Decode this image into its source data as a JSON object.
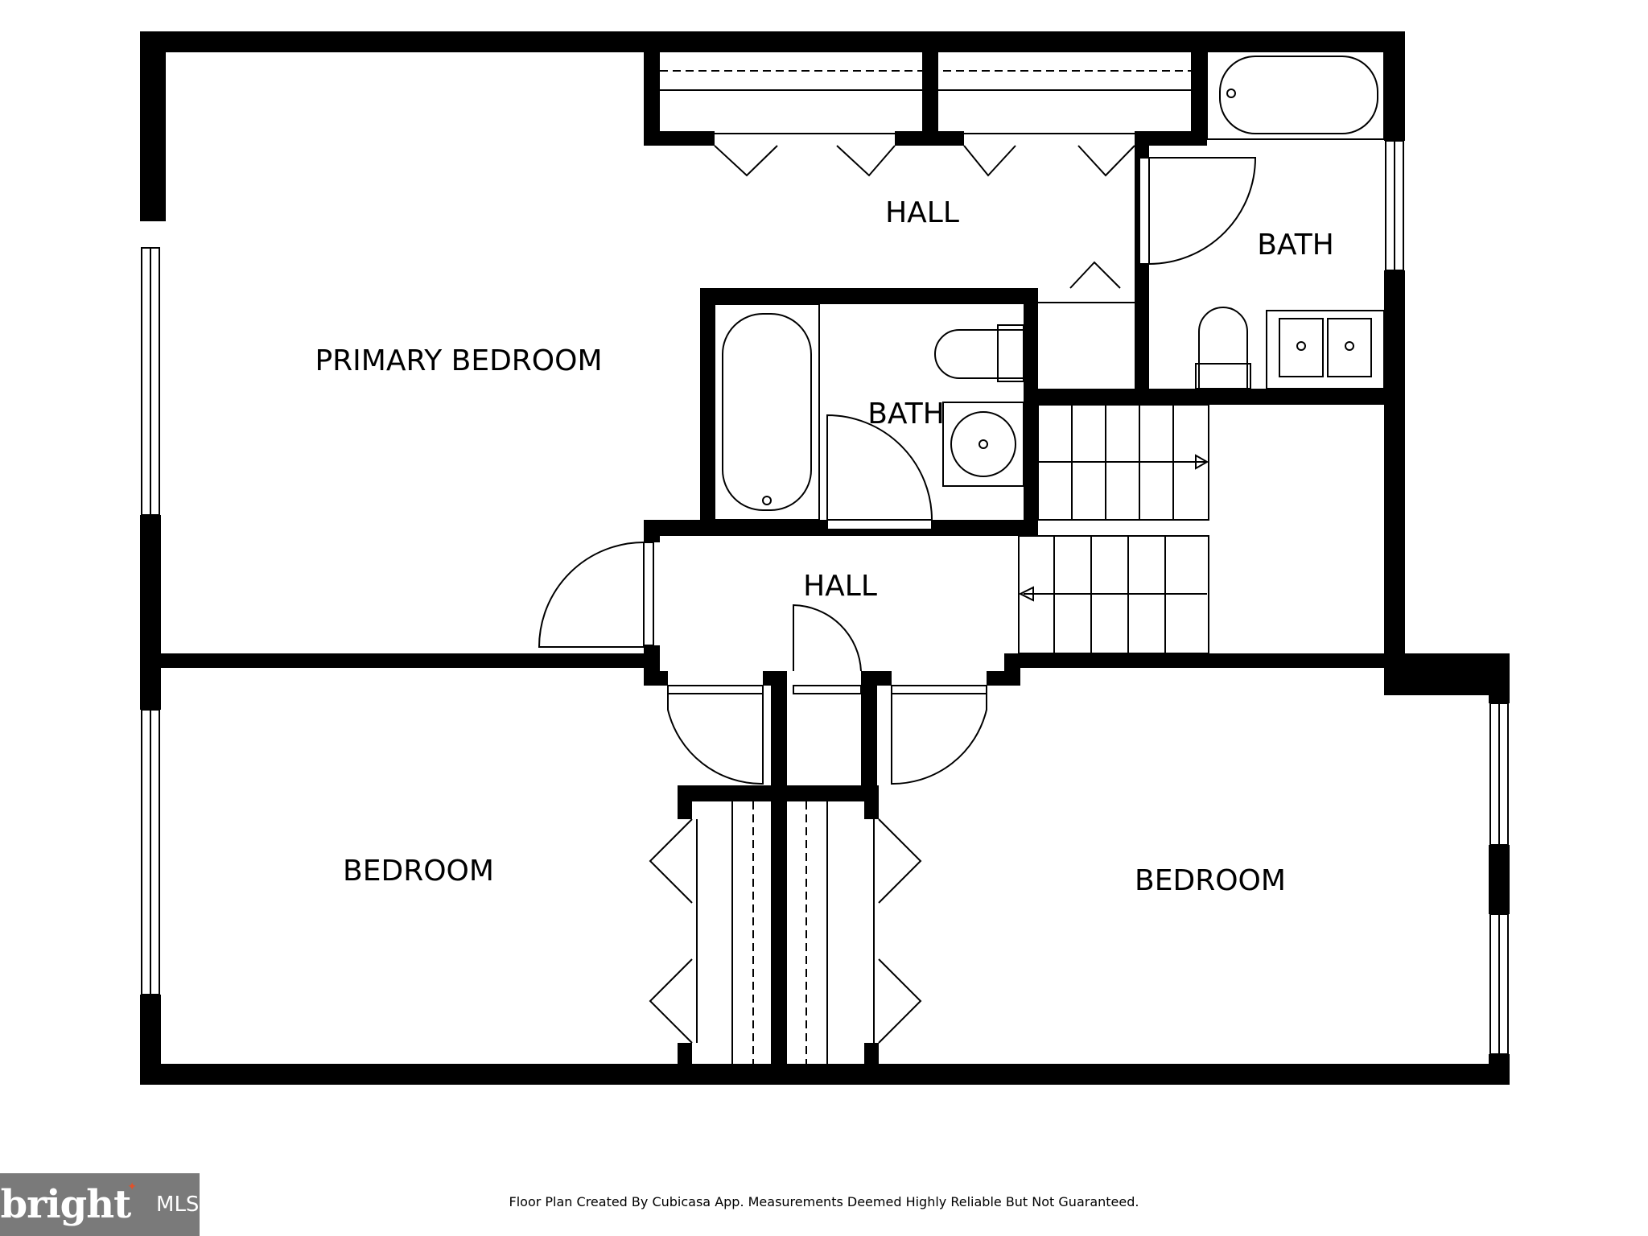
{
  "rooms": {
    "hall_upper": "HALL",
    "bath_right": "BATH",
    "primary_bedroom": "PRIMARY BEDROOM",
    "bath_center": "BATH",
    "hall_lower": "HALL",
    "bedroom_left": "BEDROOM",
    "bedroom_right": "BEDROOM"
  },
  "footer": {
    "disclaimer": "Floor Plan Created By Cubicasa App. Measurements Deemed Highly Reliable But Not Guaranteed."
  },
  "logo": {
    "wordmark": "bright",
    "suffix": "MLS"
  },
  "colors": {
    "wall": "#000000",
    "background": "#ffffff",
    "logo_bg": "#7a7a7a",
    "logo_accent": "#e0522b"
  }
}
